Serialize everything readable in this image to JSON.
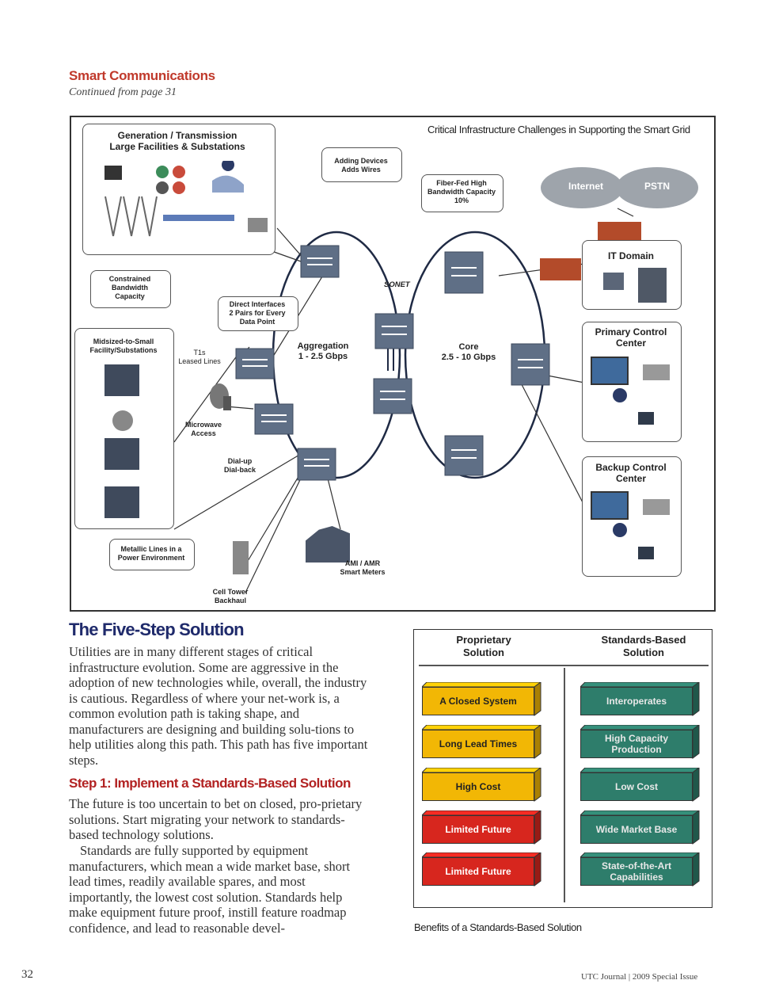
{
  "header": {
    "section_title": "Smart Communications",
    "continued": "Continued from page 31"
  },
  "figure": {
    "title": "Critical Infrastructure Challenges in Supporting the Smart Grid",
    "generation": "Generation / Transmission\nLarge Facilities & Substations",
    "adding_devices": "Adding Devices\nAdds Wires",
    "fiber_fed": "Fiber-Fed High\nBandwidth Capacity\n10%",
    "internet": "Internet",
    "pstn": "PSTN",
    "it_domain": "IT Domain",
    "constrained": "Constrained\nBandwidth\nCapacity",
    "sonet": "SONET",
    "direct_interfaces": "Direct Interfaces\n2 Pairs for Every\nData Point",
    "midsized": "Midsized-to-Small\nFacility/Substations",
    "t1s": "T1s\nLeased Lines",
    "aggregation": "Aggregation\n1 - 2.5 Gbps",
    "core": "Core\n2.5 - 10 Gbps",
    "primary_control": "Primary Control\nCenter",
    "backup_control": "Backup Control\nCenter",
    "microwave": "Microwave\nAccess",
    "dialup": "Dial-up\nDial-back",
    "metallic": "Metallic Lines in a\nPower Environment",
    "ami": "AMI / AMR\nSmart Meters",
    "cell_tower": "Cell Tower\nBackhaul"
  },
  "article": {
    "heading": "The Five-Step Solution",
    "intro": "Utilities are in many different stages of critical infrastructure evolution. Some are aggressive in the adoption of new technologies while, overall, the industry is cautious. Regardless of where your net-work is, a common evolution path is taking shape, and manufacturers are designing and building solu-tions to help utilities along this path. This path has five important steps.",
    "step1_heading": "Step 1: Implement a Standards-Based Solution",
    "step1_p1": "The future is too uncertain to bet on closed, pro-prietary solutions. Start migrating your network to standards-based technology solutions.",
    "step1_p2": "Standards are fully supported by equipment manufacturers, which mean a wide market base, short lead times, readily available spares, and most importantly, the lowest cost solution. Standards help make equipment future proof, instill feature roadmap confidence, and lead to reasonable devel-"
  },
  "table": {
    "left_header": "Proprietary\nSolution",
    "right_header": "Standards-Based\nSolution",
    "left_items": [
      {
        "label": "A Closed System",
        "color": "#f2b705"
      },
      {
        "label": "Long Lead Times",
        "color": "#f2b705"
      },
      {
        "label": "High Cost",
        "color": "#f2b705"
      },
      {
        "label": "Limited Future",
        "color": "#d7261e"
      },
      {
        "label": "Limited Future",
        "color": "#d7261e"
      }
    ],
    "right_items": [
      {
        "label": "Interoperates",
        "color": "#2e7d6b"
      },
      {
        "label": "High Capacity\nProduction",
        "color": "#2e7d6b"
      },
      {
        "label": "Low Cost",
        "color": "#2e7d6b"
      },
      {
        "label": "Wide Market Base",
        "color": "#2e7d6b"
      },
      {
        "label": "State-of-the-Art\nCapabilities",
        "color": "#2e7d6b"
      }
    ],
    "caption": "Benefits of a Standards-Based Solution"
  },
  "footer": {
    "page_number": "32",
    "journal": "UTC Journal | 2009 Special Issue"
  }
}
